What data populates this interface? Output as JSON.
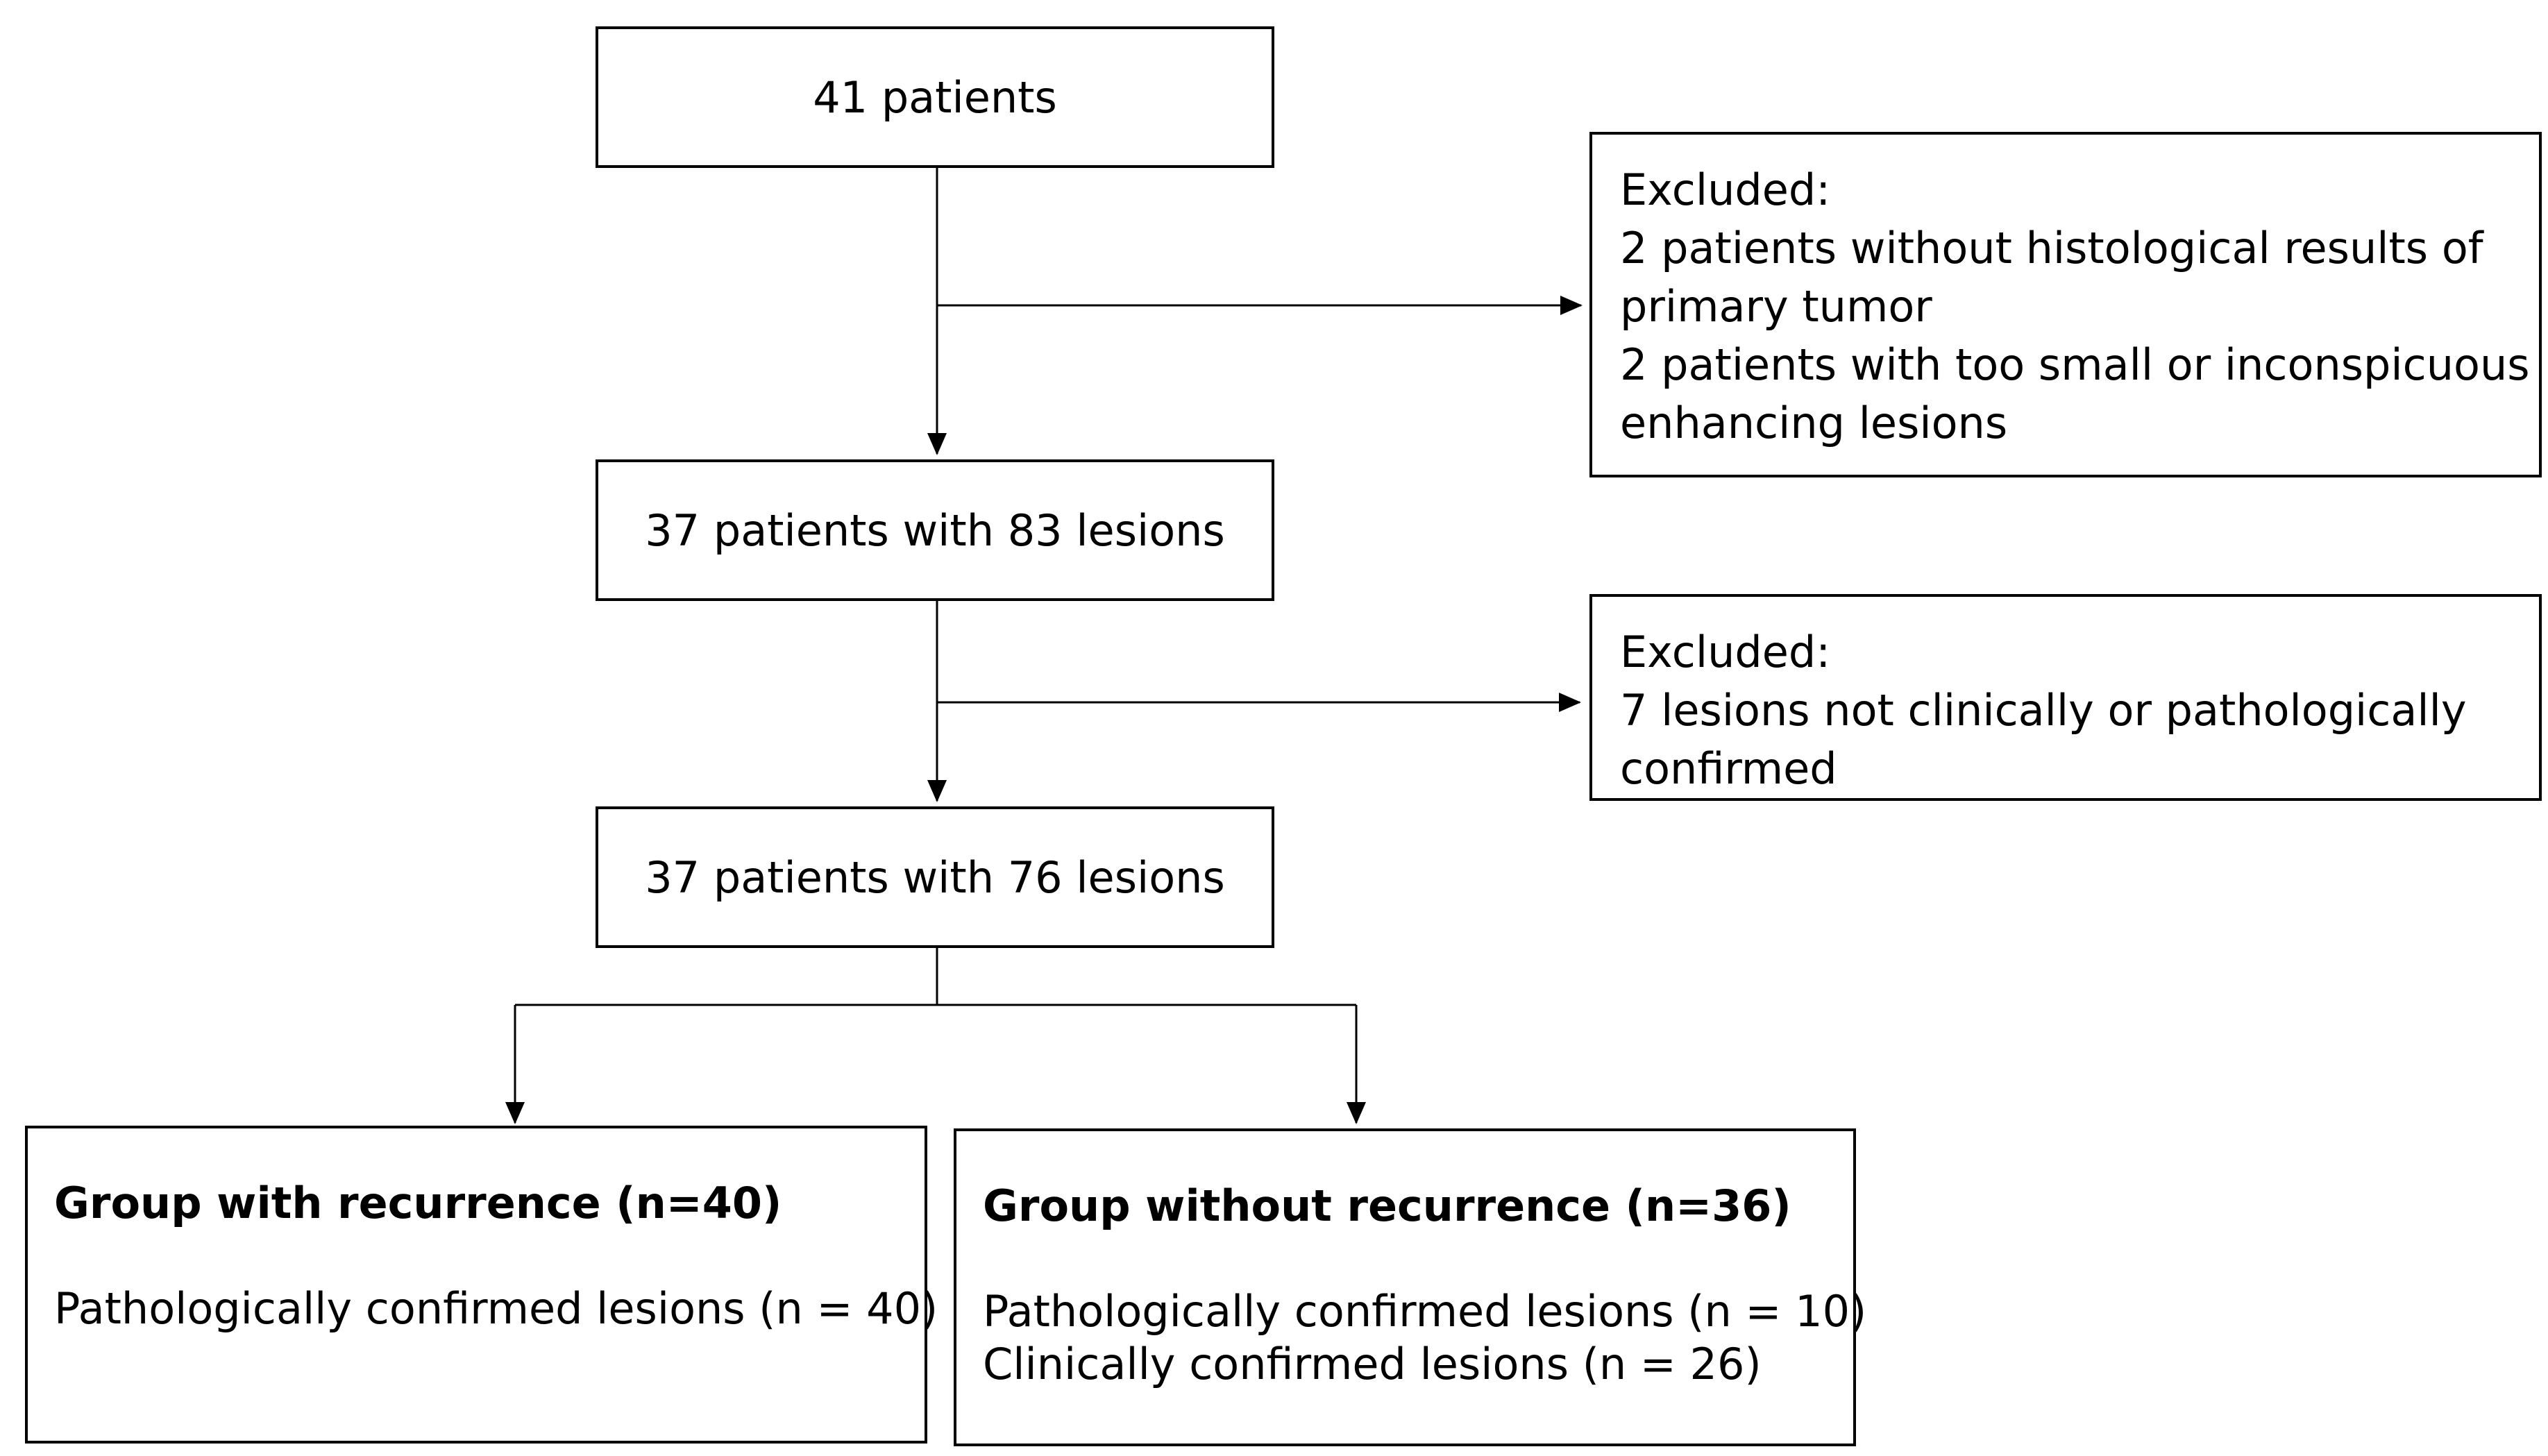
{
  "flow": {
    "start": "41 patients",
    "exclusion1": {
      "heading": "Excluded:",
      "lines": [
        "2 patients without histological results of",
        "primary tumor",
        "2 patients with too small or inconspicuous",
        "enhancing lesions"
      ]
    },
    "step2": "37 patients with 83 lesions",
    "exclusion2": {
      "heading": "Excluded:",
      "lines": [
        "7 lesions not clinically or pathologically",
        "confirmed"
      ]
    },
    "step3": "37 patients with 76 lesions",
    "group_recurrence": {
      "title": "Group with recurrence (n=40)",
      "lines": [
        "Pathologically confirmed lesions (n = 40)"
      ]
    },
    "group_no_recurrence": {
      "title": "Group without recurrence (n=36)",
      "lines": [
        "Pathologically confirmed lesions (n = 10)",
        "Clinically confirmed lesions (n = 26)"
      ]
    }
  }
}
